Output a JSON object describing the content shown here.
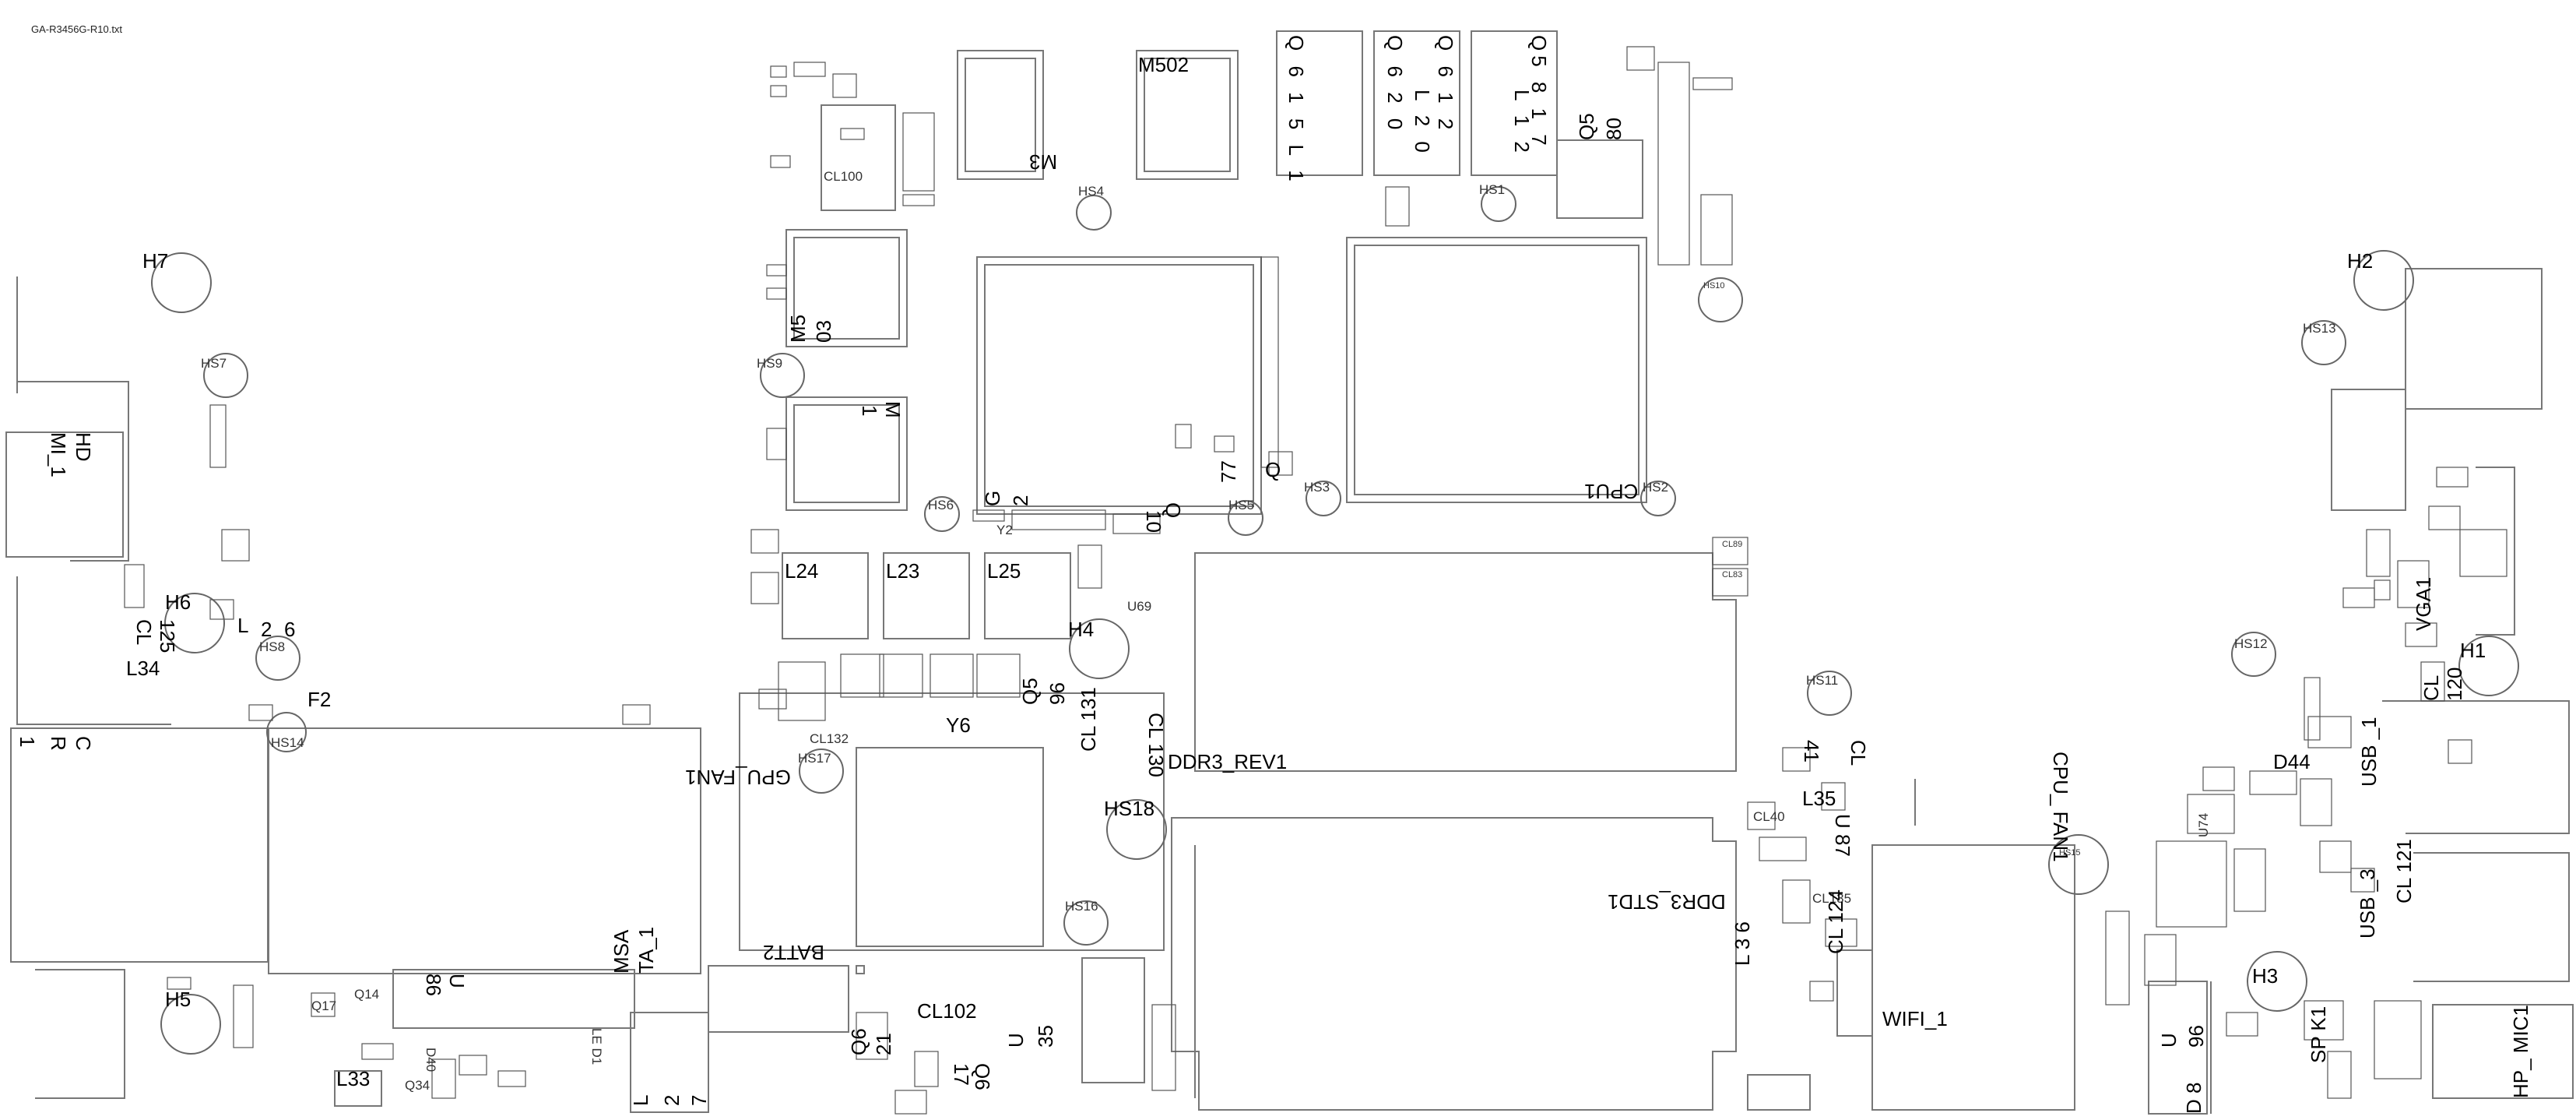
{
  "file_name": "GA-R3456G-R10.txt",
  "labels": {
    "H7": "H7",
    "HS7": "HS7",
    "HD_MI_1a": "HD",
    "HD_MI_1b": "MI_1",
    "H6": "H6",
    "HS8": "HS8",
    "L34": "L34",
    "CL125a": "CL",
    "CL125b": "125",
    "L26a": "L",
    "L26b": "2",
    "L26c": "6",
    "F2": "F2",
    "HS14": "HS14",
    "CR1a": "C",
    "CR1b": "R",
    "CR1c": "1",
    "H5": "H5",
    "Q17": "Q17",
    "Q14": "Q14",
    "L33": "L33",
    "Q34": "Q34",
    "U86a": "U",
    "U86b": "86",
    "D40": "D40",
    "LED1": "LE D1",
    "MSATA1a": "MSA",
    "MSATA1b": "TA_1",
    "L27a": "L",
    "L27b": "2",
    "L27c": "7",
    "GPU_FAN1": "GPU_FAN1",
    "HS17": "HS17",
    "CL132": "CL132",
    "BATT2": "BATT2",
    "Q621a": "Q6",
    "Q621b": "21",
    "CL102": "CL102",
    "U35a": "U",
    "U35b": "35",
    "Q617a": "Q6",
    "Q617b": "17",
    "M3": "M3",
    "M502": "M502",
    "HS4": "HS4",
    "CL100": "CL100",
    "M503a": "M5",
    "M503b": "03",
    "HS9": "HS9",
    "M1a": "M",
    "M1b": "1",
    "HS6": "HS6",
    "Y2": "Y2",
    "G2a": "G",
    "G2b": "2",
    "Q10a": "Q",
    "Q10b": "10",
    "L24": "L24",
    "L23": "L23",
    "L25": "L25",
    "H4": "H4",
    "U69": "U69",
    "Q596a": "Q5",
    "Q596b": "96",
    "Y6": "Y6",
    "CL131": "CL 131",
    "CL130": "CL 130",
    "HS18": "HS18",
    "HS16": "HS16",
    "DDR3_REV1": "DDR3_REV1",
    "HS5": "HS5",
    "HS3": "HS3",
    "Q77a": "Q",
    "Q77b": "77",
    "Q615": "Q 6 1 5 L 1",
    "Q620": "Q 6 2 0",
    "Q612": "Q 6 1 2",
    "Q5817": "Q5 8 1 7",
    "L20": "L 2 0",
    "L12": "L 1 2",
    "Q580a": "Q5",
    "Q580b": "80",
    "HS1": "HS1",
    "CPU1": "CPU1",
    "HS2": "HS2",
    "HS10": "HS10",
    "CL89": "CL89",
    "CL83": "CL83",
    "HS11": "HS11",
    "CL41a": "CL",
    "CL41b": "41",
    "L35": "L35",
    "CL40": "CL40",
    "U87": "U 87",
    "CL135": "CL135",
    "DDR3_STD1": "DDR3_STD1",
    "L36": "L 3 6",
    "CL124": "CL 124",
    "WIFI_1": "WIFI_1",
    "CPU_FAN1": "CPU_ FAN1",
    "HS15": "HS15",
    "H2": "H2",
    "HS13": "HS13",
    "VGA1": "VGA1",
    "H1": "H1",
    "HS12": "HS12",
    "CL120a": "CL",
    "CL120b": "120",
    "D44": "D44",
    "USB_1": "USB _1",
    "U74": "U74",
    "USB_3": "USB _3",
    "CL121": "CL 121",
    "H3": "H3",
    "U96a": "U",
    "U96b": "96",
    "SPK1": "SP K1",
    "HP_MIC1": "HP_ MIC1",
    "D8": "D 8"
  }
}
